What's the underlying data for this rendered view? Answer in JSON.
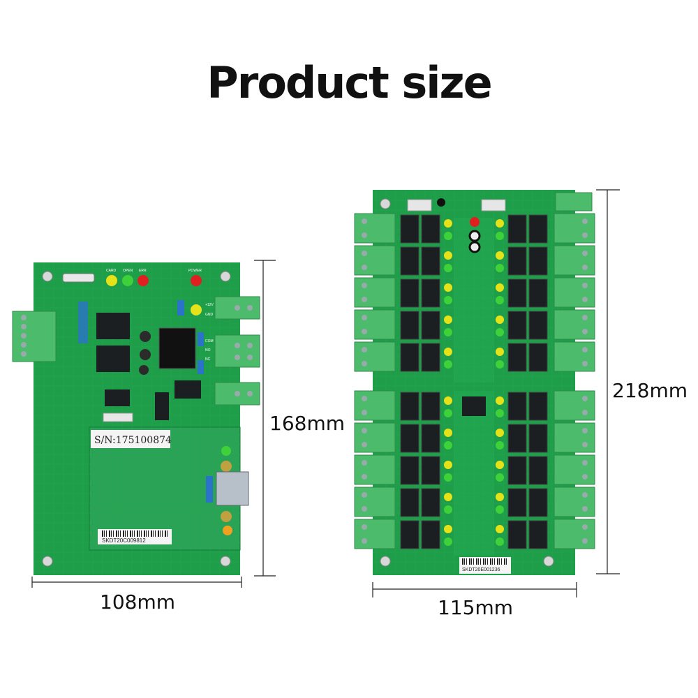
{
  "title": "Product size",
  "left_board": {
    "height_label": "168mm",
    "width_label": "108mm",
    "serial_label": "S/N:175100874",
    "barcode_label": "SKDT20C009812",
    "led_labels": [
      "CARD",
      "OPEN",
      "ERR",
      "POWER"
    ],
    "terminal_labels": [
      "+12V",
      "GND",
      "COM",
      "NO",
      "NC"
    ]
  },
  "right_board": {
    "height_label": "218mm",
    "width_label": "115mm",
    "barcode_label": "SKDT20E001236"
  },
  "colors": {
    "pcb": "#1f9e4a",
    "pcb_dark": "#137a36",
    "terminal": "#4cbb6c",
    "relay": "#1c1f22",
    "led_yellow": "#e6e21a",
    "led_green": "#3fd13a",
    "led_red": "#e02020"
  }
}
